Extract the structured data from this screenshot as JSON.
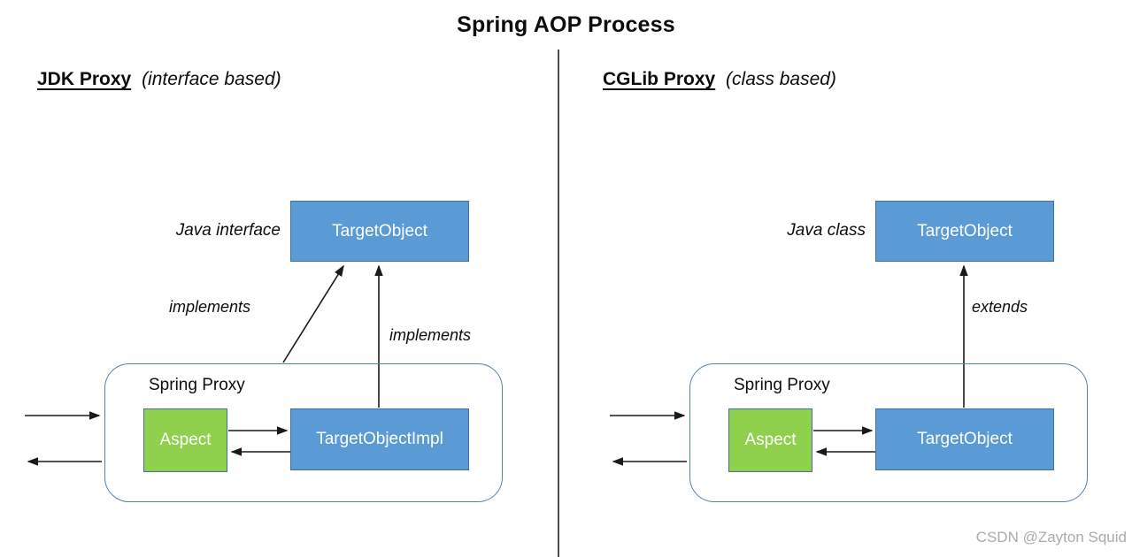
{
  "title": "Spring AOP Process",
  "watermark": "CSDN @Zayton Squid",
  "colors": {
    "accent_blue": "#5b9bd5",
    "accent_green": "#8fd04d",
    "box_border": "#41719c",
    "container_border": "#5580b0",
    "divider_color": "#4d4d4d",
    "arrow_color": "#1a1a1a",
    "watermark_color": "#ababab"
  },
  "panels": {
    "left": {
      "heading": "JDK Proxy",
      "heading_note": "(interface based)",
      "type_label": "Java interface",
      "top_box": "TargetObject",
      "relation_diagonal": "implements",
      "relation_vertical": "implements",
      "container_label": "Spring Proxy",
      "aspect_box": "Aspect",
      "impl_box": "TargetObjectImpl"
    },
    "right": {
      "heading": "CGLib Proxy",
      "heading_note": "(class based)",
      "type_label": "Java class",
      "top_box": "TargetObject",
      "relation_vertical": "extends",
      "container_label": "Spring Proxy",
      "aspect_box": "Aspect",
      "impl_box": "TargetObject"
    }
  },
  "arrows": [
    {
      "name": "left-request-in",
      "from": "caller",
      "to": "spring-proxy"
    },
    {
      "name": "left-response-out",
      "from": "spring-proxy",
      "to": "caller"
    },
    {
      "name": "left-proxy-implements-interface",
      "from": "spring-proxy",
      "to": "target-object-interface"
    },
    {
      "name": "left-impl-implements-interface",
      "from": "target-object-impl",
      "to": "target-object-interface"
    },
    {
      "name": "left-aspect-to-impl",
      "from": "aspect",
      "to": "target-object-impl"
    },
    {
      "name": "left-impl-to-aspect",
      "from": "target-object-impl",
      "to": "aspect"
    },
    {
      "name": "right-request-in",
      "from": "caller",
      "to": "spring-proxy"
    },
    {
      "name": "right-response-out",
      "from": "spring-proxy",
      "to": "caller"
    },
    {
      "name": "right-proxy-extends-class",
      "from": "spring-proxy-target",
      "to": "target-object-class"
    },
    {
      "name": "right-aspect-to-target",
      "from": "aspect",
      "to": "target-object"
    },
    {
      "name": "right-target-to-aspect",
      "from": "target-object",
      "to": "aspect"
    }
  ]
}
